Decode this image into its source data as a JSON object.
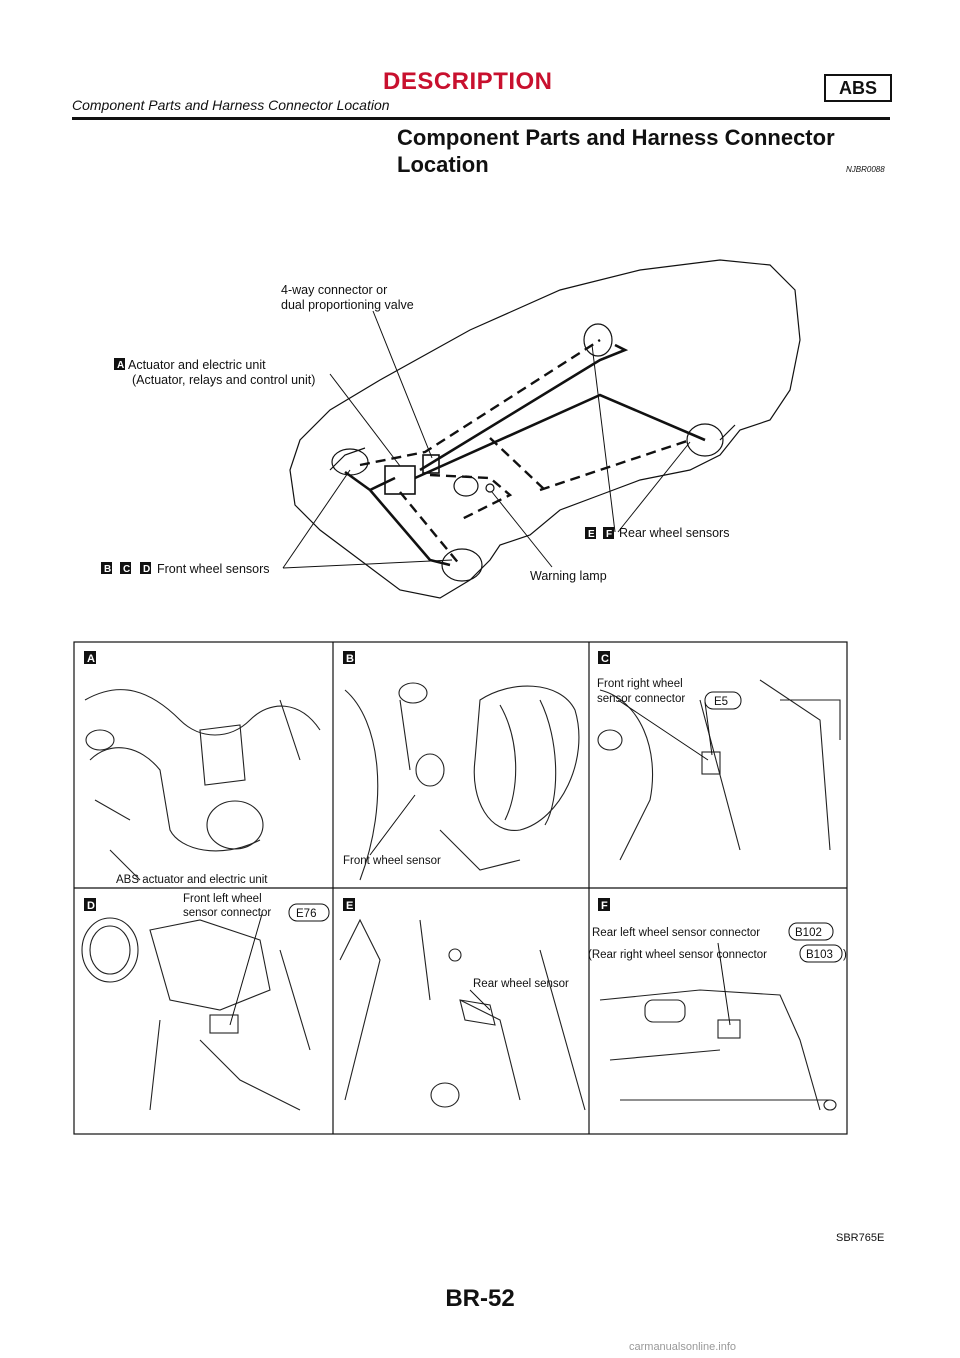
{
  "header": {
    "section": "DESCRIPTION",
    "badge": "ABS",
    "subtitle": "Component Parts and Harness Connector Location"
  },
  "title": "Component Parts and Harness Connector Location",
  "ref_code": "NJBR0088",
  "overview": {
    "labels": {
      "connector": [
        "4-way connector or",
        "dual proportioning valve"
      ],
      "actuator": [
        "Actuator and electric unit",
        "(Actuator, relays and control unit)"
      ],
      "front_sensors": "Front wheel sensors",
      "rear_sensors": "Rear wheel sensors",
      "warning_lamp": "Warning lamp"
    },
    "markers": {
      "actuator": [
        "A"
      ],
      "front": [
        "B",
        "C",
        "D"
      ],
      "rear": [
        "E",
        "F"
      ]
    }
  },
  "panels": [
    {
      "letter": "A",
      "caption": "ABS actuator and electric unit"
    },
    {
      "letter": "B",
      "caption": "Front wheel sensor"
    },
    {
      "letter": "C",
      "caption": [
        "Front right wheel",
        "sensor connector"
      ],
      "connector": "E5"
    },
    {
      "letter": "D",
      "caption": [
        "Front left wheel",
        "sensor connector"
      ],
      "connector": "E76"
    },
    {
      "letter": "E",
      "caption": "Rear wheel sensor"
    },
    {
      "letter": "F",
      "caption": [
        "Rear left wheel sensor connector",
        "(Rear right wheel sensor connector",
        ")"
      ],
      "connector": [
        "B102",
        "B103"
      ]
    }
  ],
  "figure_code": "SBR765E",
  "page_number": "BR-52",
  "footer": "carmanualsonline.info"
}
